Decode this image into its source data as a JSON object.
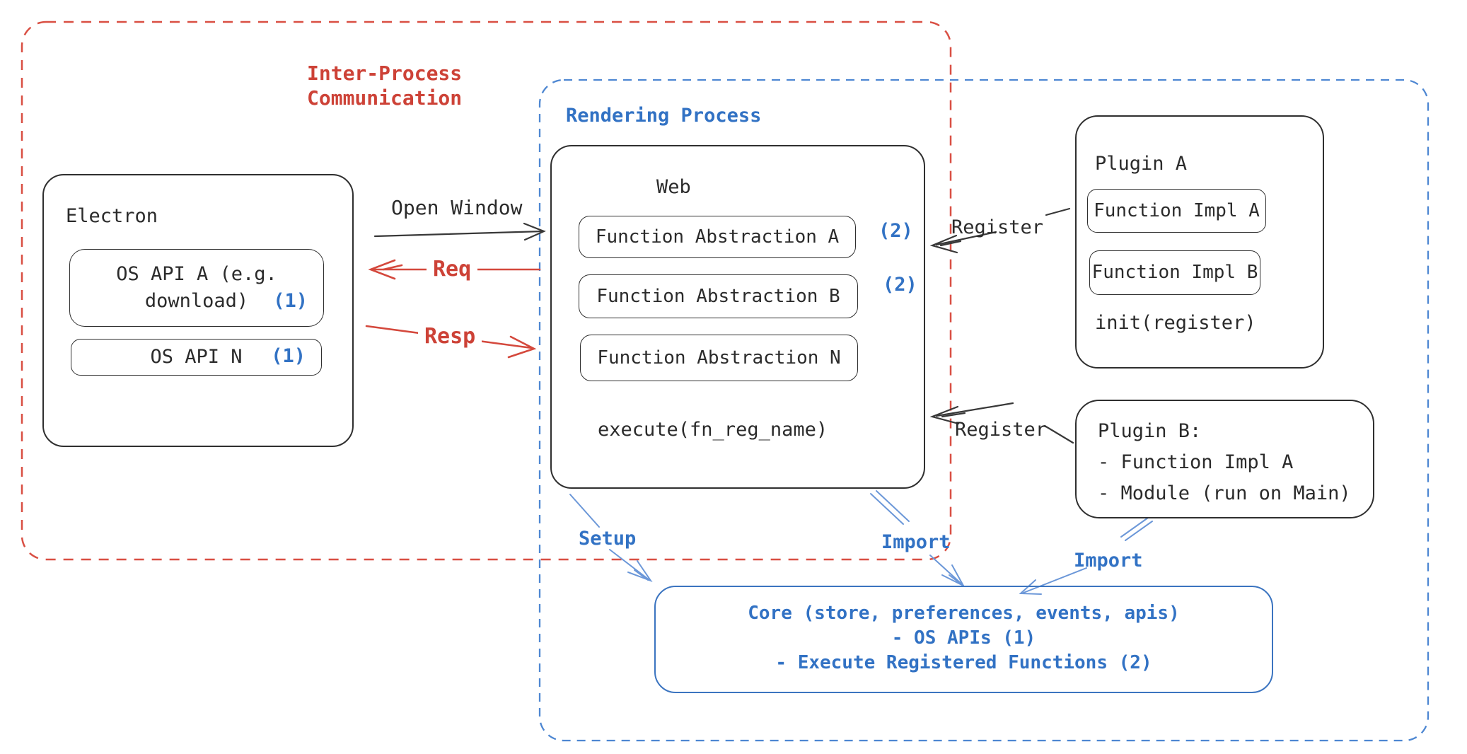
{
  "diagram": {
    "ipc": {
      "label": "Inter-Process\nCommunication"
    },
    "rendering": {
      "label": "Rendering Process"
    },
    "electron": {
      "title": "Electron",
      "api_a": {
        "line1": "OS API A (e.g.",
        "line2": "download)",
        "badge": "(1)"
      },
      "api_n": {
        "label": "OS API N",
        "badge": "(1)"
      }
    },
    "arrows": {
      "open_window": "Open Window",
      "req": "Req",
      "resp": "Resp",
      "register_a": "Register",
      "register_b": "Register",
      "setup": "Setup",
      "import_center": "Import",
      "import_right": "Import"
    },
    "web": {
      "title": "Web",
      "fa_a": {
        "label": "Function Abstraction A",
        "badge": "(2)"
      },
      "fa_b": {
        "label": "Function Abstraction B",
        "badge": "(2)"
      },
      "fa_n": {
        "label": "Function Abstraction N"
      },
      "execute": "execute(fn_reg_name)"
    },
    "plugin_a": {
      "title": "Plugin A",
      "impl_a": "Function Impl A",
      "impl_b": "Function Impl B",
      "init": "init(register)"
    },
    "plugin_b": {
      "lines": [
        "Plugin B:",
        "- Function Impl A",
        "- Module (run on Main)"
      ]
    },
    "core": {
      "lines": [
        "Core (store, preferences, events, apis)",
        "- OS APIs (1)",
        "- Execute Registered Functions (2)"
      ]
    },
    "colors": {
      "red": "#cd4237",
      "blue": "#3272c4",
      "arrow_blue": "#5c8cd6",
      "ink": "#2b2b2b"
    }
  }
}
